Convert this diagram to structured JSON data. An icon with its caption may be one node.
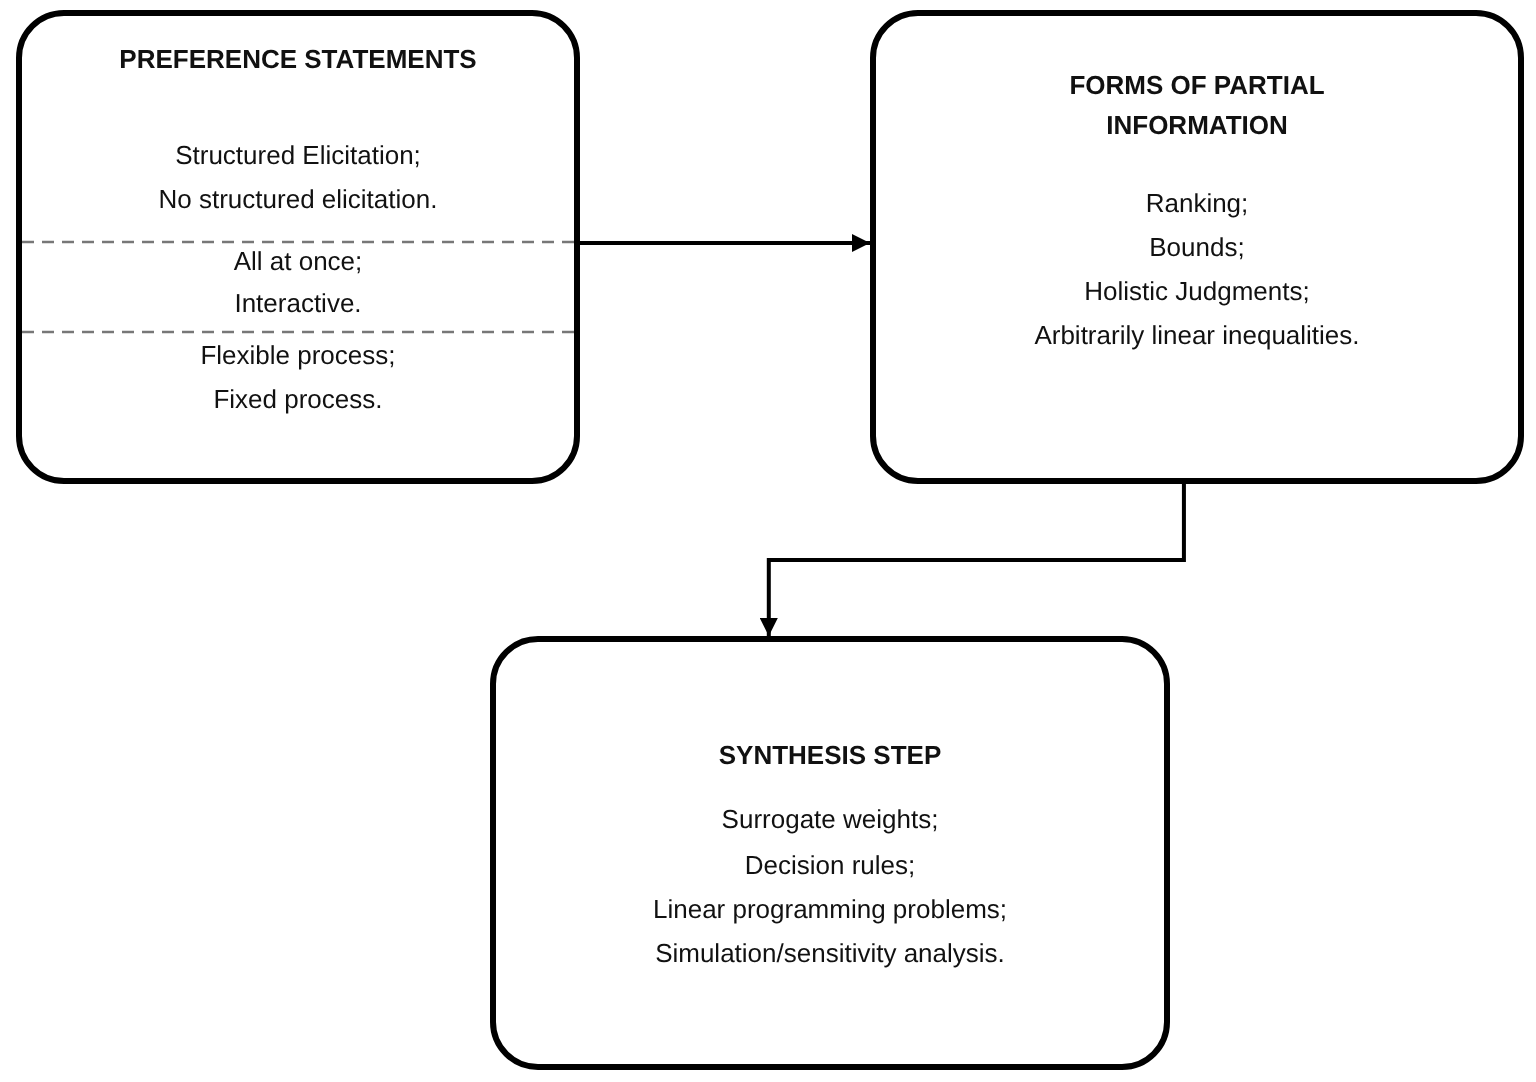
{
  "diagram": {
    "nodes": [
      {
        "text": [
          "PREFERENCE STATEMENTS",
          "Structured Elicitation;",
          "No structured elicitation.",
          "All at once;",
          "Interactive.",
          "Flexible process;",
          "Fixed process."
        ]
      },
      {
        "text": [
          "FORMS OF PARTIAL INFORMATION",
          "Ranking;",
          "Bounds;",
          "Holistic Judgments;",
          "Arbitrarily linear inequalities."
        ]
      },
      {
        "text": [
          "SYNTHESIS STEP",
          "Surrogate weights;",
          "Decision rules;",
          "Linear programming problems;",
          "Simulation/sensitivity analysis."
        ]
      }
    ],
    "edges": [
      {
        "from": 0,
        "to": 1,
        "arrow": "to"
      },
      {
        "from": 1,
        "to": 2,
        "arrow": "to"
      }
    ]
  }
}
